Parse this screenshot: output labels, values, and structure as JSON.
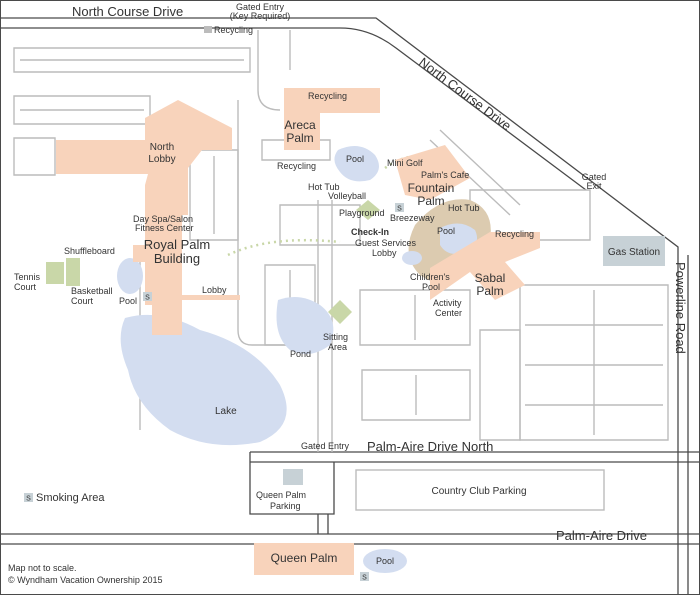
{
  "colors": {
    "road": "#4a4a4a",
    "lot": "#bcbcbc",
    "building": "#f8d3bb",
    "water": "#d3ddf0",
    "green": "#c9d7a8",
    "tan": "#dccbb0",
    "station": "#c7d1d6",
    "text": "#333333"
  },
  "roads": {
    "north_course_top": "North Course Drive",
    "north_course_diag": "North Course Drive",
    "powerline": "Powerline Road",
    "palm_aire_north": "Palm-Aire Drive North",
    "palm_aire": "Palm-Aire Drive"
  },
  "gates": {
    "top": "Gated Entry",
    "top_sub": "(Key Required)",
    "exit": "Gated",
    "exit_sub": "Exit",
    "bottom": "Gated Entry"
  },
  "buildings": {
    "areca_1": "Areca",
    "areca_2": "Palm",
    "royal_1": "Royal Palm",
    "royal_2": "Building",
    "fountain_1": "Fountain",
    "fountain_2": "Palm",
    "sabal_1": "Sabal",
    "sabal_2": "Palm",
    "queen": "Queen Palm"
  },
  "labels": {
    "recycling_top": "Recycling",
    "recycling_areca": "Recycling",
    "recycling_mid": "Recycling",
    "recycling_sabal": "Recycling",
    "north_lobby_1": "North",
    "north_lobby_2": "Lobby",
    "lobby": "Lobby",
    "dayspa_1": "Day Spa/Salon",
    "dayspa_2": "Fitness Center",
    "shuffleboard": "Shuffleboard",
    "tennis_1": "Tennis",
    "tennis_2": "Court",
    "basketball_1": "Basketball",
    "basketball_2": "Court",
    "pool_royal": "Pool",
    "pool_areca": "Pool",
    "pool_fountain": "Pool",
    "pool_queen": "Pool",
    "hottub_1": "Hot Tub",
    "hottub_2": "Hot Tub",
    "volleyball": "Volleyball",
    "playground": "Playground",
    "minigolf": "Mini Golf",
    "palmscafe": "Palm's Cafe",
    "breezeway": "Breezeway",
    "checkin": "Check-In",
    "guest_1": "Guest Services",
    "guest_2": "Lobby",
    "childpool_1": "Children's",
    "childpool_2": "Pool",
    "activity_1": "Activity",
    "activity_2": "Center",
    "sitting_1": "Sitting",
    "sitting_2": "Area",
    "pond": "Pond",
    "lake": "Lake",
    "gas": "Gas Station",
    "queen_parking_1": "Queen Palm",
    "queen_parking_2": "Parking",
    "country_club": "Country Club Parking",
    "smoking": "Smoking Area",
    "note_1": "Map not to scale.",
    "note_2": "© Wyndham Vacation Ownership 2015"
  },
  "icons": {
    "smoking": "S"
  }
}
